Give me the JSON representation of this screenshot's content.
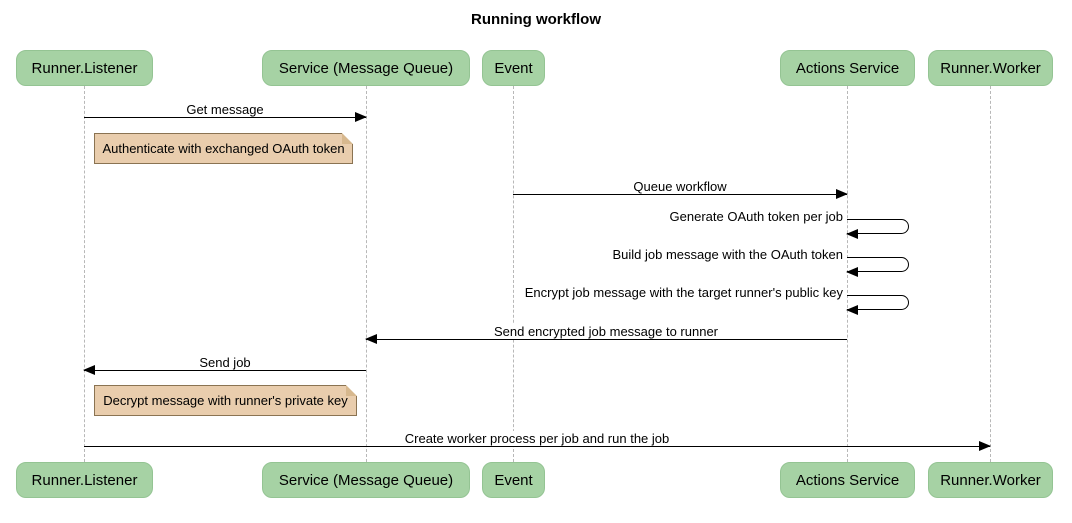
{
  "title": "Running workflow",
  "participants": [
    {
      "label": "Runner.Listener"
    },
    {
      "label": "Service (Message Queue)"
    },
    {
      "label": "Event"
    },
    {
      "label": "Actions Service"
    },
    {
      "label": "Runner.Worker"
    }
  ],
  "messages": {
    "get_message": "Get message",
    "queue_workflow": "Queue workflow",
    "generate_token": "Generate OAuth token per job",
    "build_job_message": "Build job message with the OAuth token",
    "encrypt_job_message": "Encrypt job message with the target runner's public key",
    "send_encrypted": "Send encrypted job message to runner",
    "send_job": "Send job",
    "create_worker": "Create worker process per job and run the job"
  },
  "notes": {
    "authenticate": "Authenticate with exchanged OAuth token",
    "decrypt": "Decrypt message with runner's private key"
  },
  "colors": {
    "participant_fill": "#a6d2a4",
    "participant_border": "#94c493",
    "note_fill": "#e9cdad",
    "note_border": "#8a7352",
    "lifeline": "#b8b8b8",
    "line": "#000000"
  }
}
